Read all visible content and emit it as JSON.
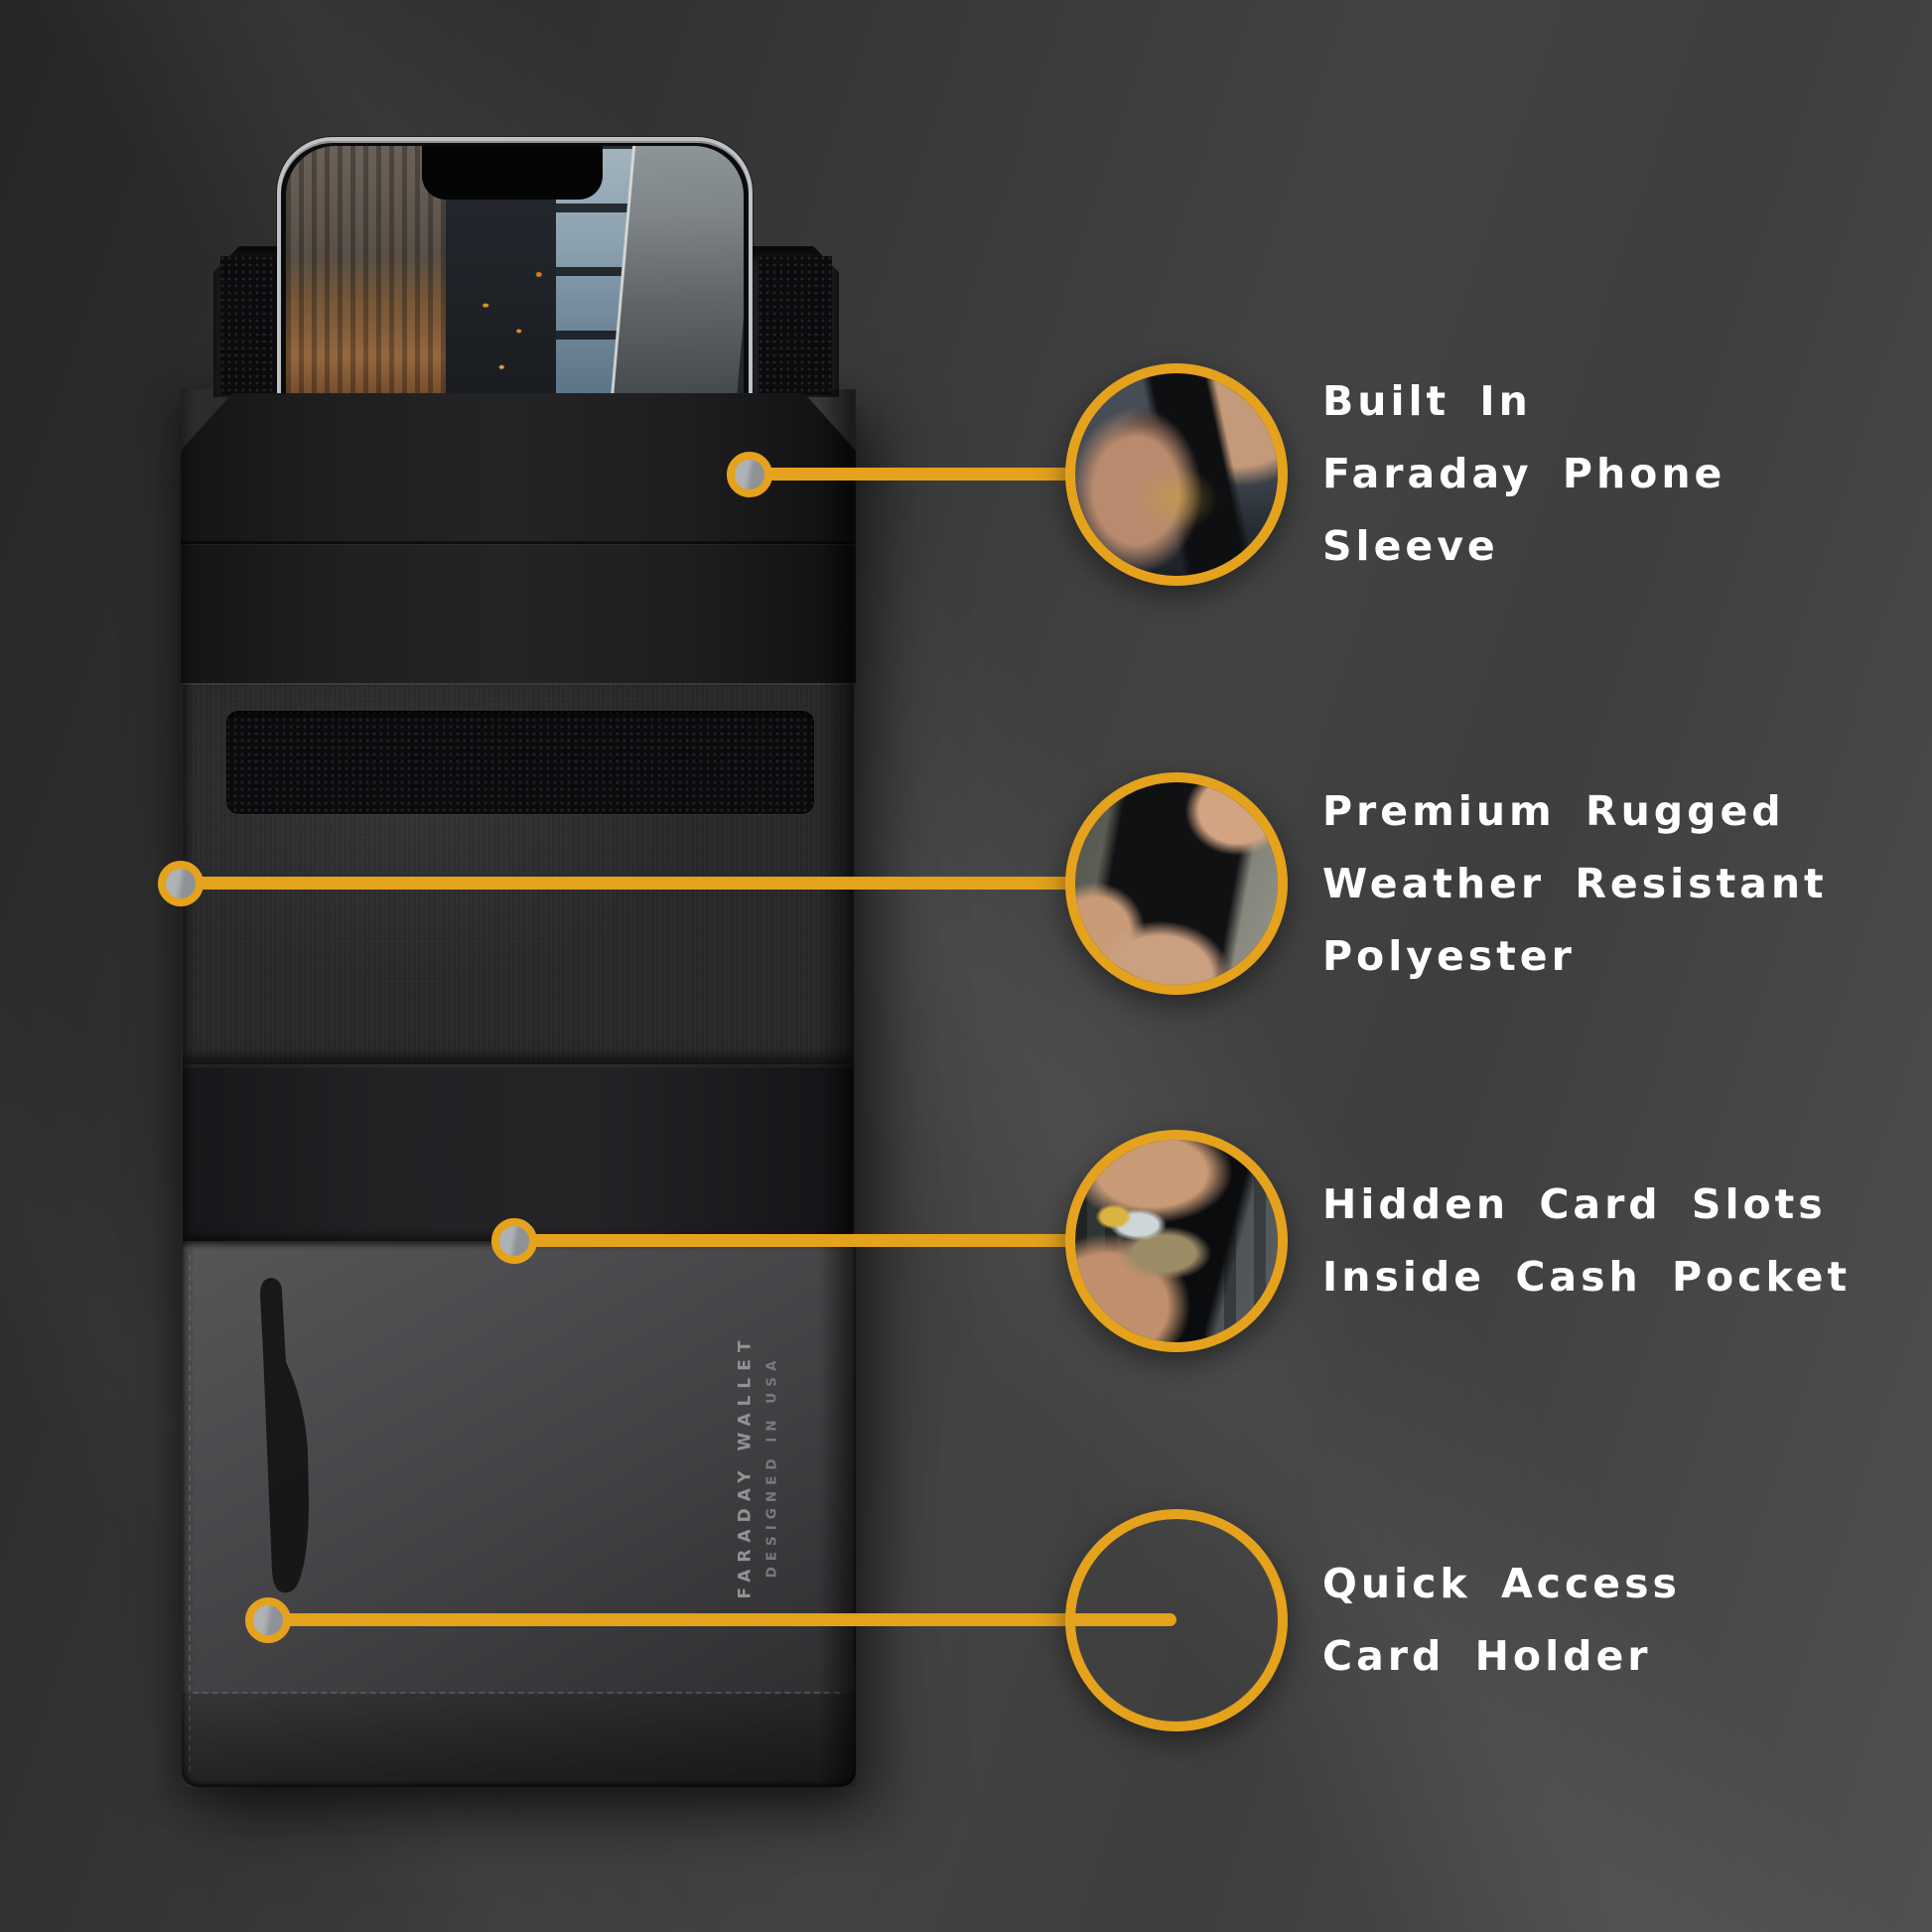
{
  "colors": {
    "accent_gold": "#E5A21D",
    "anchor_dot_gray": "#9EA2A6",
    "label_text": "#FFFFFF",
    "background_dark": "#2A2A2A",
    "background_light": "#505050",
    "wallet_black": "#1D1D1F",
    "wallet_gray_panel": "#47474A",
    "brand_text_gray": "#929295"
  },
  "product": {
    "brand_line1": "FARADAY WALLET",
    "brand_line2": "DESIGNED IN USA"
  },
  "callouts": [
    {
      "id": "phone-sleeve",
      "lines": [
        "Built In",
        "Faraday Phone",
        "Sleeve"
      ],
      "photo": "hands-inserting-phone-into-wallet-sleeve"
    },
    {
      "id": "material",
      "lines": [
        "Premium Rugged",
        "Weather Resistant",
        "Polyester"
      ],
      "photo": "hands-holding-closed-black-wallet"
    },
    {
      "id": "hidden-card-slots",
      "lines": [
        "Hidden Card Slots",
        "Inside Cash Pocket"
      ],
      "photo": "hands-opening-cash-pocket-showing-cards"
    },
    {
      "id": "quick-access",
      "lines": [
        "Quick Access",
        "Card Holder"
      ],
      "photo": "hand-holding-open-wallet-with-card"
    }
  ]
}
